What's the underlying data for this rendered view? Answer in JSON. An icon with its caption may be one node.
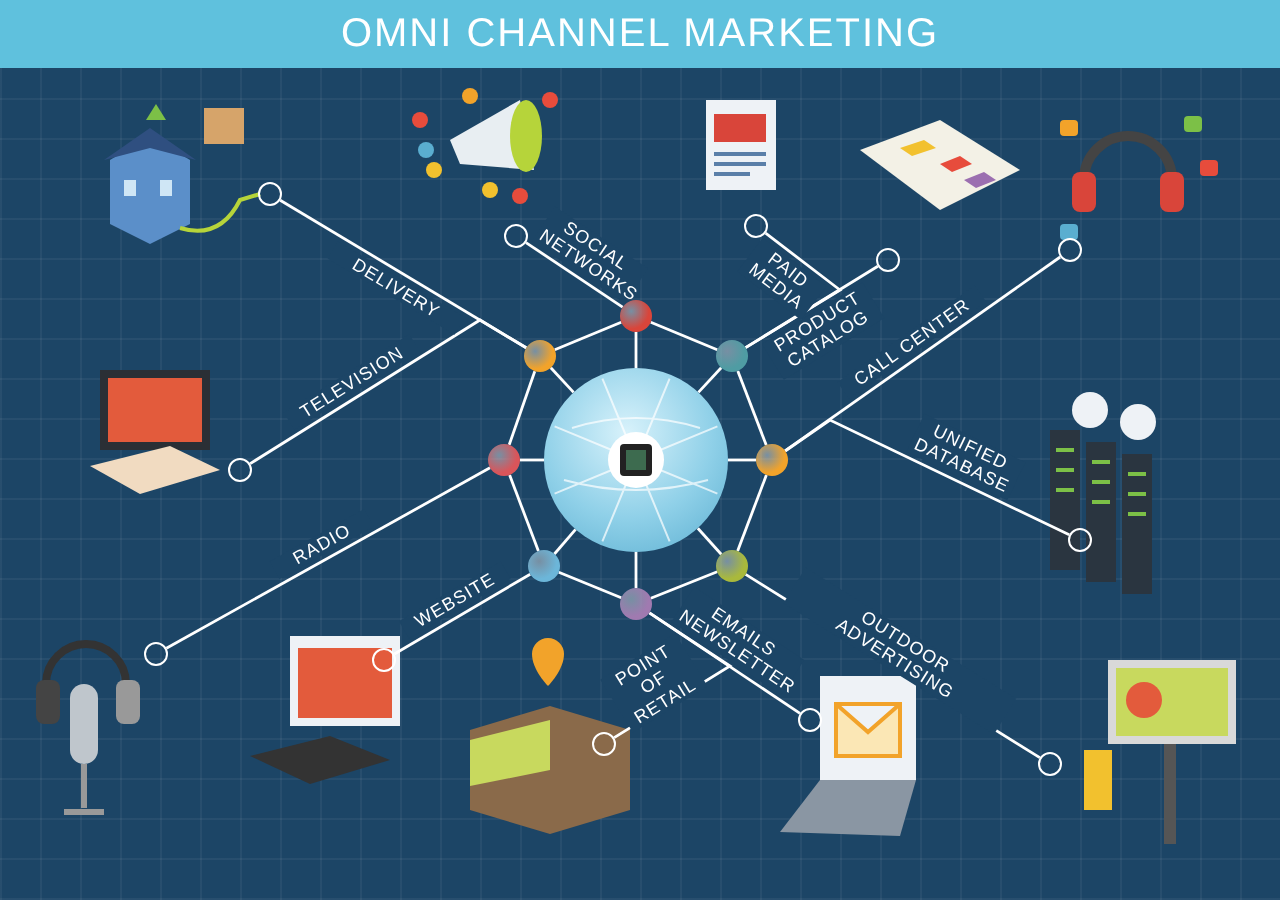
{
  "diagram": {
    "title": "OMNI CHANNEL MARKETING",
    "nodes": [
      {
        "text": [],
        "shape": "circle"
      },
      {
        "text": [],
        "shape": "circle"
      },
      {
        "text": [],
        "shape": "circle"
      },
      {
        "text": [],
        "shape": "circle"
      },
      {
        "text": [],
        "shape": "circle"
      },
      {
        "text": [],
        "shape": "circle"
      },
      {
        "text": [],
        "shape": "circle"
      },
      {
        "text": [],
        "shape": "circle"
      },
      {
        "text": [],
        "shape": "circle"
      },
      {
        "text": [],
        "shape": "circle"
      },
      {
        "text": [],
        "shape": "circle"
      },
      {
        "text": [],
        "shape": "circle"
      },
      {
        "text": [],
        "shape": "circle"
      },
      {
        "text": [],
        "shape": "circle"
      },
      {
        "text": [],
        "shape": "circle"
      },
      {
        "text": [],
        "shape": "circle"
      },
      {
        "text": [],
        "shape": "circle"
      },
      {
        "text": [],
        "shape": "circle"
      },
      {
        "text": [],
        "shape": "circle"
      },
      {
        "text": [],
        "shape": "circle"
      },
      {
        "text": [],
        "shape": "circle"
      }
    ],
    "edges": [
      {
        "from": 0,
        "to": 1,
        "arrow": "none"
      },
      {
        "from": 0,
        "to": 2,
        "arrow": "none"
      },
      {
        "from": 0,
        "to": 3,
        "arrow": "none"
      },
      {
        "from": 0,
        "to": 4,
        "arrow": "none"
      },
      {
        "from": 0,
        "to": 5,
        "arrow": "none"
      },
      {
        "from": 0,
        "to": 6,
        "arrow": "none"
      },
      {
        "from": 0,
        "to": 7,
        "arrow": "none"
      },
      {
        "from": 0,
        "to": 8,
        "arrow": "none"
      },
      {
        "from": 1,
        "to": 2,
        "arrow": "none"
      },
      {
        "from": 2,
        "to": 3,
        "arrow": "none"
      },
      {
        "from": 3,
        "to": 4,
        "arrow": "none"
      },
      {
        "from": 4,
        "to": 5,
        "arrow": "none"
      },
      {
        "from": 5,
        "to": 6,
        "arrow": "none"
      },
      {
        "from": 6,
        "to": 7,
        "arrow": "none"
      },
      {
        "from": 7,
        "to": 8,
        "arrow": "none"
      },
      {
        "from": 8,
        "to": 1,
        "arrow": "none"
      },
      {
        "from": 8,
        "to": 9,
        "label": "DELIVERY",
        "arrow": "none"
      },
      {
        "from": 8,
        "to": 10,
        "label": "TELEVISION",
        "arrow": "none"
      },
      {
        "from": 1,
        "to": 11,
        "label": "SOCIAL NETWORKS",
        "arrow": "none"
      },
      {
        "from": 2,
        "to": 12,
        "label": "PAID MEDIA",
        "arrow": "none"
      },
      {
        "from": 2,
        "to": 13,
        "label": "PRODUCT CATALOG",
        "arrow": "none"
      },
      {
        "from": 3,
        "to": 14,
        "label": "CALL CENTER",
        "arrow": "none"
      },
      {
        "from": 3,
        "to": 15,
        "label": "UNIFIED DATABASE",
        "arrow": "none"
      },
      {
        "from": 7,
        "to": 16,
        "label": "RADIO",
        "arrow": "none"
      },
      {
        "from": 6,
        "to": 17,
        "label": "WEBSITE",
        "arrow": "none"
      },
      {
        "from": 5,
        "to": 18,
        "label": "POINT OF RETAIL",
        "arrow": "none"
      },
      {
        "from": 5,
        "to": 19,
        "label": "EMAILS NEWSLETTER",
        "arrow": "none"
      },
      {
        "from": 4,
        "to": 20,
        "label": "OUTDOOR ADVERTISING",
        "arrow": "none"
      }
    ]
  }
}
